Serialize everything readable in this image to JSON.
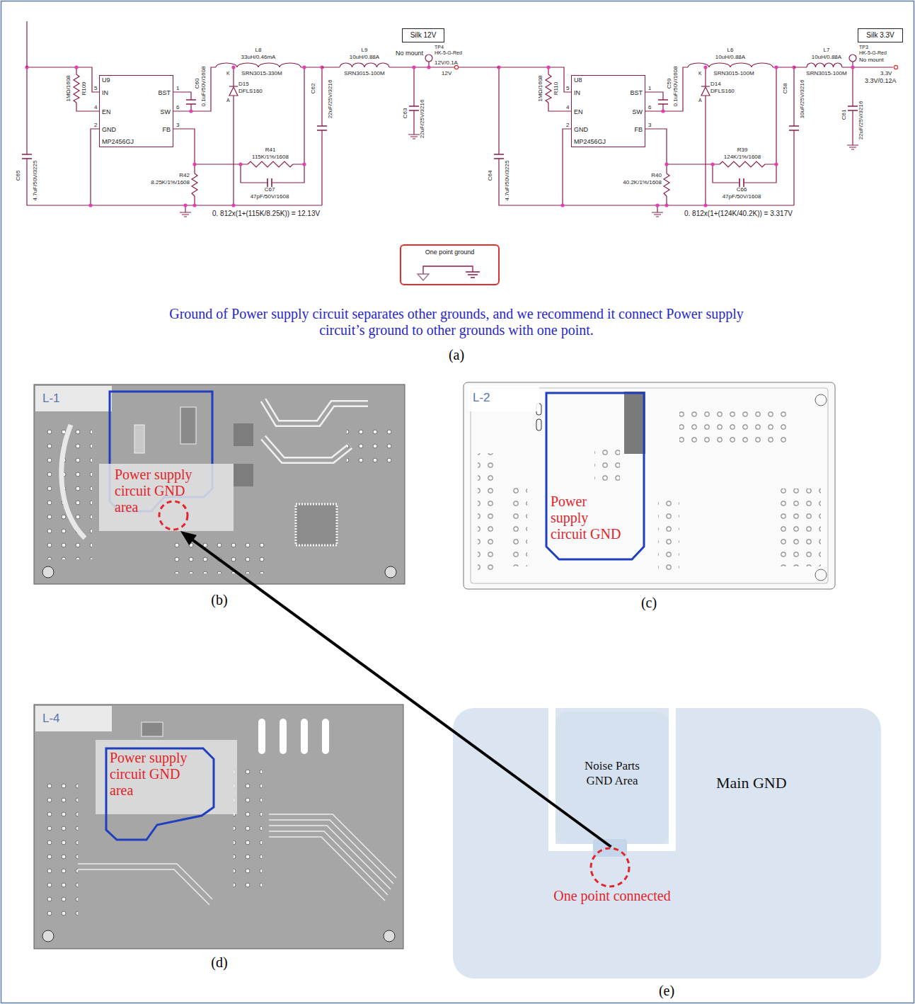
{
  "diagram": {
    "nodes": [
      {
        "text": [
          "U9",
          "IN",
          "EN",
          "GND",
          "BST",
          "SW",
          "FB",
          "MP2456GJ"
        ]
      },
      {
        "text": [
          "Silk 12V"
        ]
      },
      {
        "text": [
          "U8",
          "IN",
          "EN",
          "GND",
          "BST",
          "SW",
          "FB",
          "MP2456GJ"
        ]
      },
      {
        "text": [
          "Silk 3.3V"
        ]
      },
      {
        "text": [
          "One point ground"
        ]
      },
      {
        "text": [
          "Power supply circuit GND area"
        ]
      },
      {
        "text": [
          "Power supply circuit GND"
        ]
      },
      {
        "text": [
          "Power supply circuit GND area"
        ]
      },
      {
        "text": [
          "Noise Parts GND Area"
        ]
      },
      {
        "text": [
          "Main GND"
        ]
      },
      {
        "text": [
          "One point connected"
        ]
      }
    ],
    "edges": [
      {
        "from": 10,
        "to": 5,
        "arrow": "to"
      }
    ],
    "labels": [
      "1MΩ/1608",
      "R109",
      "C65",
      "4.7uF/50V/3225",
      "5",
      "4",
      "2",
      "1",
      "6",
      "3",
      "C60",
      "0.1uF/50V/1608",
      "L8",
      "33uH/0.46mA",
      "SRN3015-330M",
      "K",
      "D15",
      "DFLS160",
      "A",
      "C62",
      "22uF/25V/3216",
      "L9",
      "10uH/0.88A",
      "SRN3015-100M",
      "R41",
      "115K/1%/1608",
      "C67",
      "47pF/50V/1608",
      "R42",
      "8.25K/1%/1608",
      "0. 812x(1+(115K/8.25K)) = 12.13V",
      "No mount",
      "TP4",
      "HK-5-G-Red",
      "12V/0.1A",
      "12V",
      "C63",
      "22uF/25V/3216",
      "1MΩ/1608",
      "R110",
      "C64",
      "4.7uF/50V/3225",
      "5",
      "4",
      "2",
      "1",
      "6",
      "3",
      "C59",
      "0.1uF/50V/1608",
      "L6",
      "10uH/0.88A",
      "SRN3015-100M",
      "K",
      "D14",
      "DFLS160",
      "A",
      "C58",
      "10uF/25V/3216",
      "R39",
      "124K/1%/1608",
      "C66",
      "47pF/50V/1608",
      "R40",
      "40.2K/1%/1608",
      "0. 812x(1+(124K/40.2K)) = 3.317V",
      "L7",
      "10uH/0.88A",
      "SRN3015-100M",
      "TP3",
      "HK-5-G-Red",
      "No mount",
      "3.3V",
      "3.3V/0.12A",
      "C61",
      "22uF/25V/3216",
      "Ground of Power supply circuit separates other grounds, and we recommend it connect Power supply circuit’s ground to other grounds with one point.",
      "(a)",
      "L-1",
      "(b)",
      "L-2",
      "(c)",
      "L-4",
      "(d)",
      "(e)"
    ]
  }
}
